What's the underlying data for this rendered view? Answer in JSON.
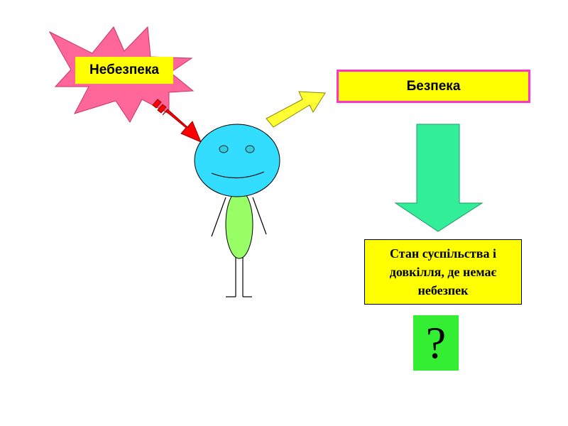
{
  "danger": {
    "label": "Небезпека",
    "burst_color": "#ff6699",
    "label_bg": "#ffff00"
  },
  "safety": {
    "label": "Безпека",
    "box_bg": "#ffff00",
    "border_color": "#ff33cc"
  },
  "definition": {
    "text": "Стан суспільства і довкілля, де немає небезпек",
    "box_bg": "#ffff00"
  },
  "question": {
    "symbol": "?",
    "box_bg": "#33ee33"
  },
  "figure": {
    "head_color": "#33ddff",
    "body_color": "#99ff66"
  },
  "arrows": {
    "danger_arrow_color": "#ff0000",
    "safety_arrow_color": "#ffff33",
    "down_arrow_color": "#33ee99"
  }
}
